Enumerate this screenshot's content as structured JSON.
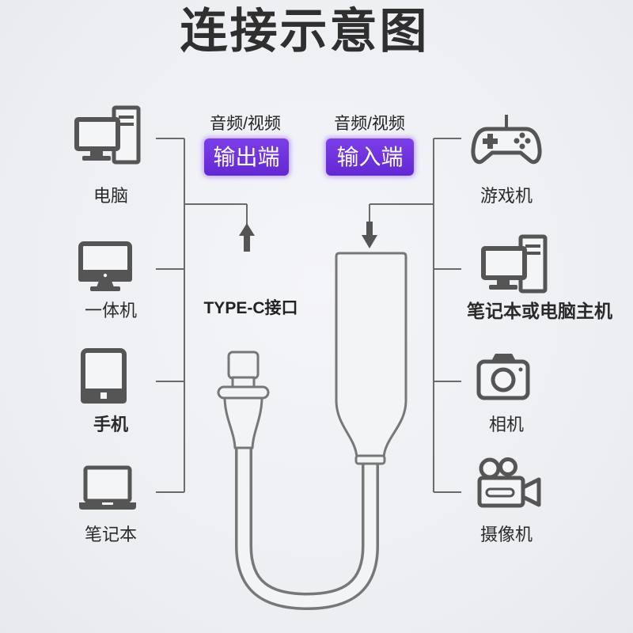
{
  "title": "连接示意图",
  "output_side": {
    "caption": "音频/视频",
    "badge": "输出端"
  },
  "input_side": {
    "caption": "音频/视频",
    "badge": "输入端"
  },
  "connector_label": "TYPE-C接口",
  "left_devices": [
    {
      "label": "电脑",
      "icon": "desktop-computer-icon"
    },
    {
      "label": "一体机",
      "icon": "all-in-one-computer-icon"
    },
    {
      "label": "手机",
      "icon": "mobile-device-icon"
    },
    {
      "label": "笔记本",
      "icon": "laptop-icon"
    }
  ],
  "right_devices": [
    {
      "label": "游戏机",
      "icon": "gamepad-icon"
    },
    {
      "label": "笔记本或电脑主机",
      "icon": "desktop-computer-icon"
    },
    {
      "label": "相机",
      "icon": "camera-icon"
    },
    {
      "label": "摄像机",
      "icon": "video-camera-icon"
    }
  ],
  "arrows": {
    "output": "up-arrow-icon",
    "input": "down-arrow-icon"
  },
  "colors": {
    "background": "#eef0f4",
    "badge": "#6a2fd6",
    "text": "#2e2e2e",
    "line": "#6b6b6b",
    "icon": "#555555"
  }
}
